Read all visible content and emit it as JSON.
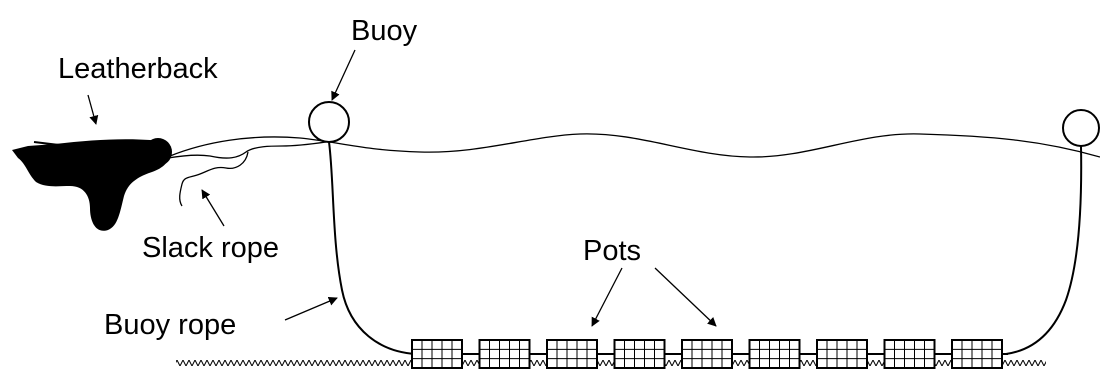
{
  "labels": {
    "leatherback": "Leatherback",
    "buoy": "Buoy",
    "slack_rope": "Slack rope",
    "pots": "Pots",
    "buoy_rope": "Buoy rope"
  },
  "pots": {
    "count": 9
  },
  "colors": {
    "ink": "#000000",
    "background": "#ffffff"
  }
}
